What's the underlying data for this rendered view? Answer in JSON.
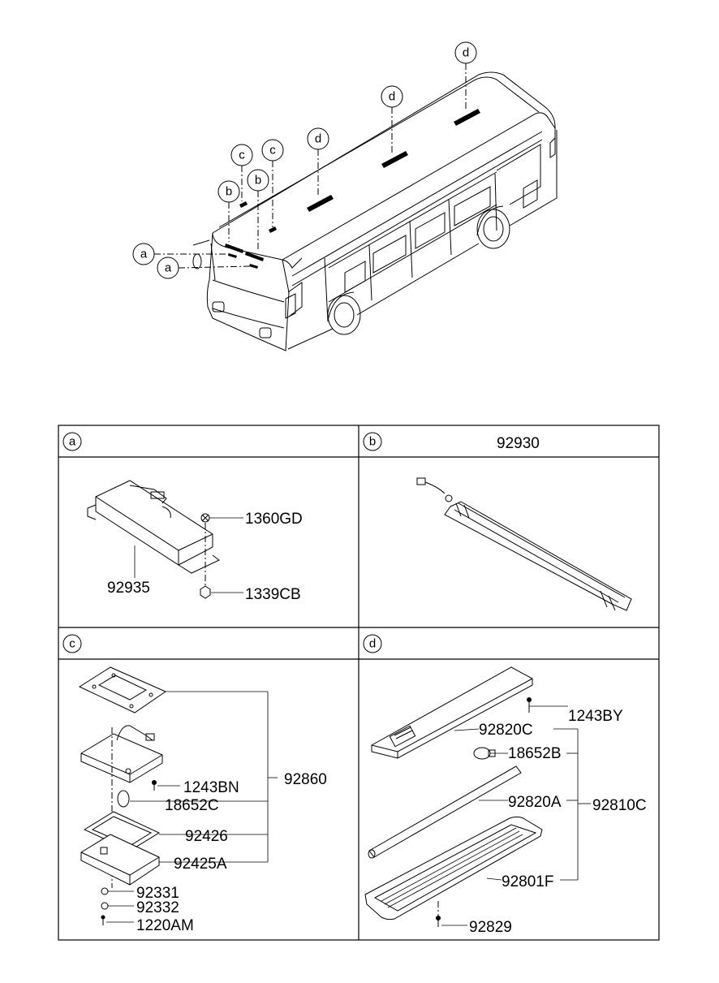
{
  "callouts": {
    "a": "a",
    "b": "b",
    "c": "c",
    "d": "d"
  },
  "sections": {
    "a": {
      "letter": "a",
      "title": "",
      "parts": [
        "1360GD",
        "92935",
        "1339CB"
      ]
    },
    "b": {
      "letter": "b",
      "title": "92930"
    },
    "c": {
      "letter": "c",
      "parts": [
        "92860",
        "1243BN",
        "18652C",
        "92426",
        "92425A",
        "92331",
        "92332",
        "1220AM"
      ]
    },
    "d": {
      "letter": "d",
      "parts": [
        "1243BY",
        "92820C",
        "18652B",
        "92810C",
        "92820A",
        "92801F",
        "92829"
      ]
    }
  }
}
